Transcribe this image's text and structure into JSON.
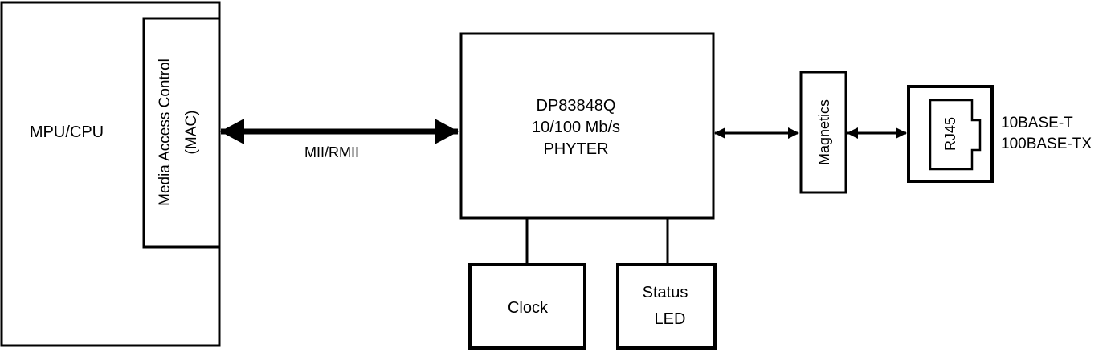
{
  "blocks": {
    "cpu": {
      "label": "MPU/CPU"
    },
    "mac": {
      "line1": "Media Access Control",
      "line2": "(MAC)"
    },
    "phy": {
      "line1": "DP83848Q",
      "line2": "10/100 Mb/s",
      "line3": "PHYTER"
    },
    "magnetics": {
      "label": "Magnetics"
    },
    "rj45": {
      "label": "RJ45"
    },
    "clock": {
      "label": "Clock"
    },
    "status_led": {
      "line1": "Status",
      "line2": "LED"
    }
  },
  "labels": {
    "bus": "MII/RMII",
    "media_line1": "10BASE-T",
    "media_line2": "100BASE-TX"
  },
  "colors": {
    "stroke": "#000000",
    "fill": "#ffffff"
  }
}
